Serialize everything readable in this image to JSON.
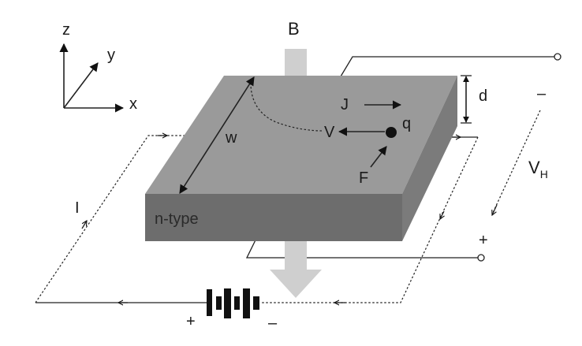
{
  "labels": {
    "z": "z",
    "y": "y",
    "x": "x",
    "B": "B",
    "d": "d",
    "minus_top": "–",
    "J": "J",
    "q": "q",
    "V": "V",
    "w": "w",
    "V_main": "V",
    "V_sub": "H",
    "F": "F",
    "I": "I",
    "n_type": "n-type",
    "plus_right": "+",
    "plus_battery": "+",
    "minus_battery": "–"
  }
}
